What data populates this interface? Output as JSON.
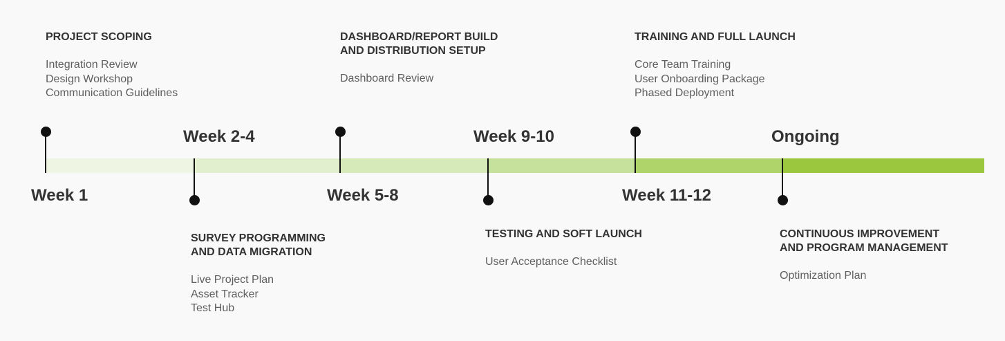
{
  "colors": {
    "text": "#333333",
    "muted_text": "#5e5e5e",
    "marker": "#111111",
    "bar_gradient": [
      "#eef5e3",
      "#e2efcf",
      "#d6e9b9",
      "#c6e19c",
      "#afd46a",
      "#9ac73d"
    ]
  },
  "milestones": [
    {
      "week": "Week 1",
      "title": "PROJECT SCOPING",
      "items": [
        "Integration Review",
        "Design Workshop",
        "Communication Guidelines"
      ]
    },
    {
      "week": "Week 2-4",
      "title": "SURVEY PROGRAMMING\nAND DATA MIGRATION",
      "items": [
        "Live Project Plan",
        "Asset Tracker",
        "Test Hub"
      ]
    },
    {
      "week": "Week 5-8",
      "title": "DASHBOARD/REPORT BUILD\nAND DISTRIBUTION SETUP",
      "items": [
        "Dashboard Review"
      ]
    },
    {
      "week": "Week 9-10",
      "title": "TESTING AND SOFT LAUNCH",
      "items": [
        "User Acceptance Checklist"
      ]
    },
    {
      "week": "Week 11-12",
      "title": "TRAINING AND FULL LAUNCH",
      "items": [
        "Core Team Training",
        "User Onboarding Package",
        "Phased Deployment"
      ]
    },
    {
      "week": "Ongoing",
      "title": "CONTINUOUS IMPROVEMENT\nAND PROGRAM MANAGEMENT",
      "items": [
        "Optimization Plan"
      ]
    }
  ]
}
